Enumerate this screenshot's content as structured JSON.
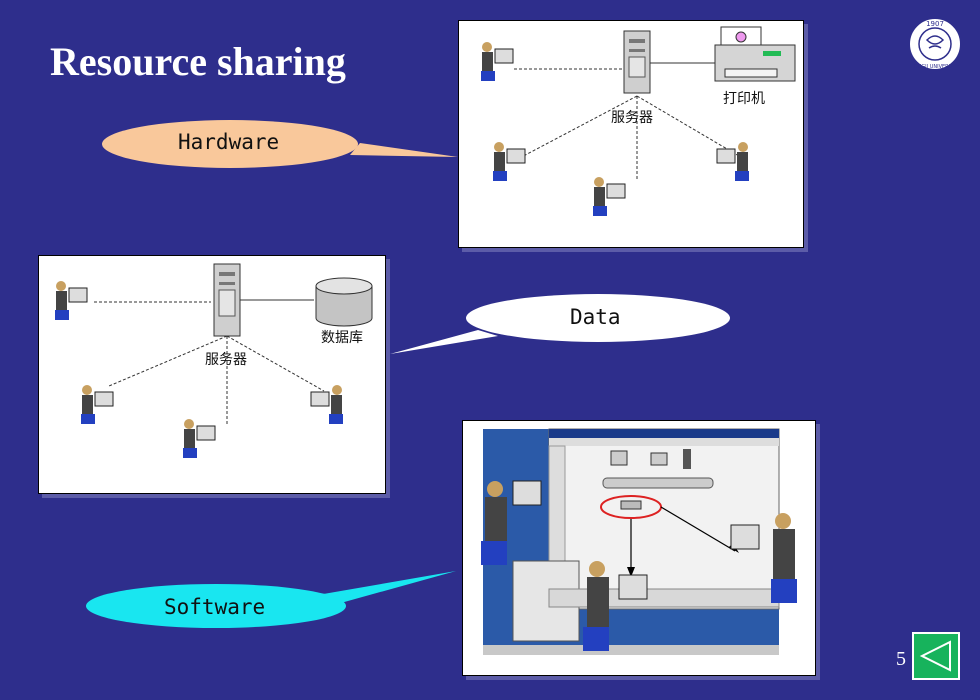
{
  "slide": {
    "title": "Resource sharing",
    "page_number": "5"
  },
  "callouts": {
    "hardware": "Hardware",
    "data": "Data",
    "software": "Software"
  },
  "hardware_diagram": {
    "server_label": "服务器",
    "printer_label": "打印机"
  },
  "data_diagram": {
    "server_label": "服务器",
    "database_label": "数据库"
  },
  "logo": {
    "year": "1907",
    "university": "TONGJI UNIVERSITY"
  },
  "colors": {
    "background": "#2e2e8c",
    "hardware_callout": "#f9c89b",
    "data_callout": "#ffffff",
    "software_callout": "#19e6f0",
    "nav_button": "#17b35c"
  }
}
